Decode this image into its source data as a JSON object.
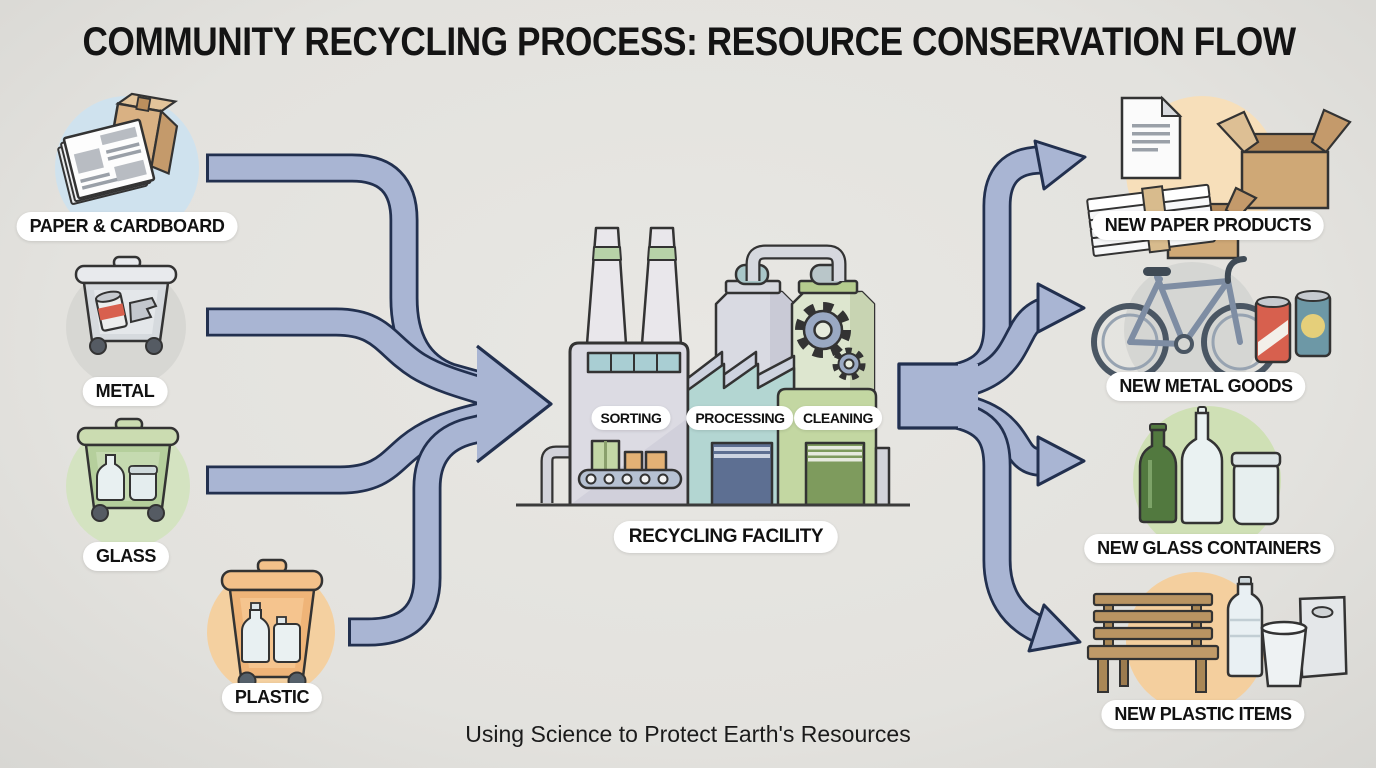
{
  "title": "COMMUNITY RECYCLING PROCESS: RESOURCE CONSERVATION FLOW",
  "caption": "Using Science to Protect Earth's Resources",
  "inputs": [
    {
      "label": "PAPER & CARDBOARD",
      "icon": "newspaper-and-cardboard-box-icon",
      "halo_color": "#cfe2ee"
    },
    {
      "label": "METAL",
      "icon": "metal-recycling-bin-icon",
      "halo_color": "#d7d7d3"
    },
    {
      "label": "GLASS",
      "icon": "glass-recycling-bin-icon",
      "halo_color": "#d4e3c1"
    },
    {
      "label": "PLASTIC",
      "icon": "plastic-recycling-bin-icon",
      "halo_color": "#f4d0a0"
    }
  ],
  "facility": {
    "label": "RECYCLING FACILITY",
    "stages": [
      {
        "label": "SORTING"
      },
      {
        "label": "PROCESSING"
      },
      {
        "label": "CLEANING"
      }
    ]
  },
  "outputs": [
    {
      "label": "NEW PAPER PRODUCTS",
      "icon": "paper-stack-and-boxes-icon",
      "halo_color": "#f7dfba"
    },
    {
      "label": "NEW METAL GOODS",
      "icon": "bicycle-and-cans-icon",
      "halo_color": "#d5d6d3"
    },
    {
      "label": "NEW GLASS CONTAINERS",
      "icon": "glass-bottles-and-jar-icon",
      "halo_color": "#cfe0b5"
    },
    {
      "label": "NEW PLASTIC ITEMS",
      "icon": "bench-bottle-cup-bag-icon",
      "halo_color": "#f4cf9e"
    }
  ],
  "colors": {
    "background": "#e4e3df",
    "arrow_fill": "#a9b5d3",
    "arrow_outline": "#22304f",
    "pill_background": "#ffffff",
    "pill_text": "#111111"
  }
}
